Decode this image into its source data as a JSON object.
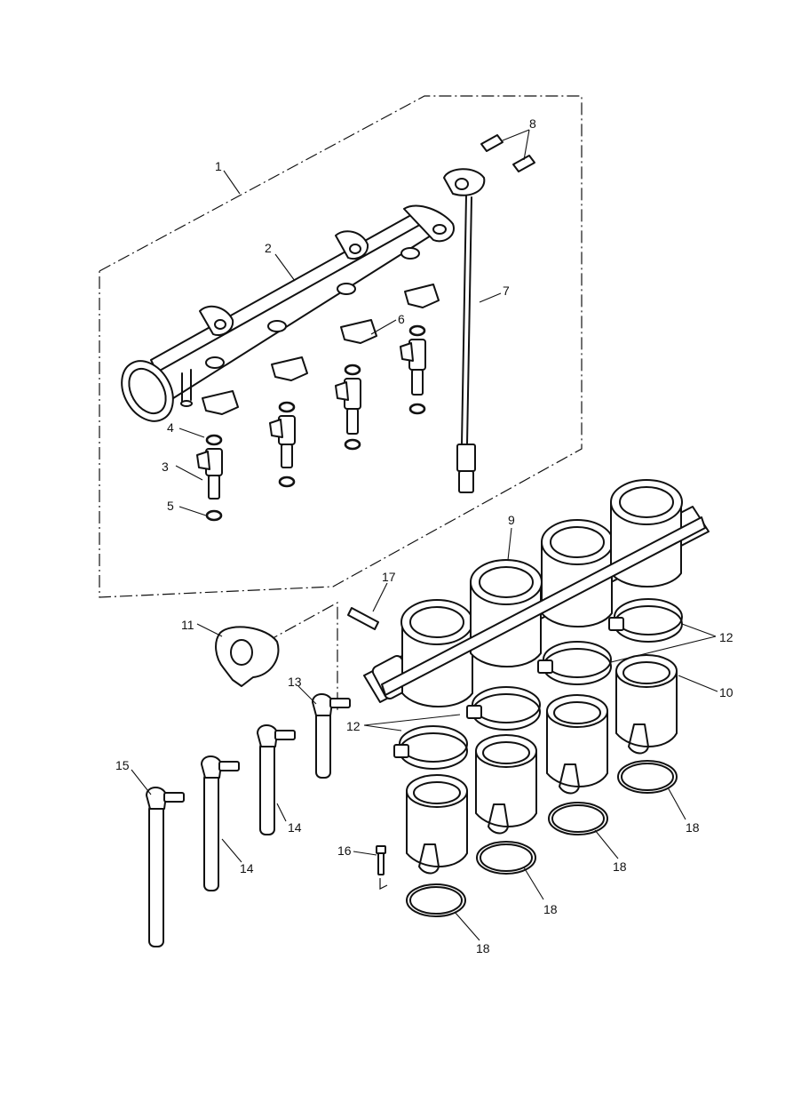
{
  "diagram": {
    "callouts": {
      "c1": "1",
      "c2": "2",
      "c3": "3",
      "c4": "4",
      "c5": "5",
      "c6": "6",
      "c7": "7",
      "c8": "8",
      "c9": "9",
      "c10": "10",
      "c11": "11",
      "c12a": "12",
      "c12b": "12",
      "c13": "13",
      "c14a": "14",
      "c14b": "14",
      "c15": "15",
      "c16": "16",
      "c17": "17",
      "c18a": "18",
      "c18b": "18",
      "c18c": "18",
      "c18d": "18"
    }
  }
}
